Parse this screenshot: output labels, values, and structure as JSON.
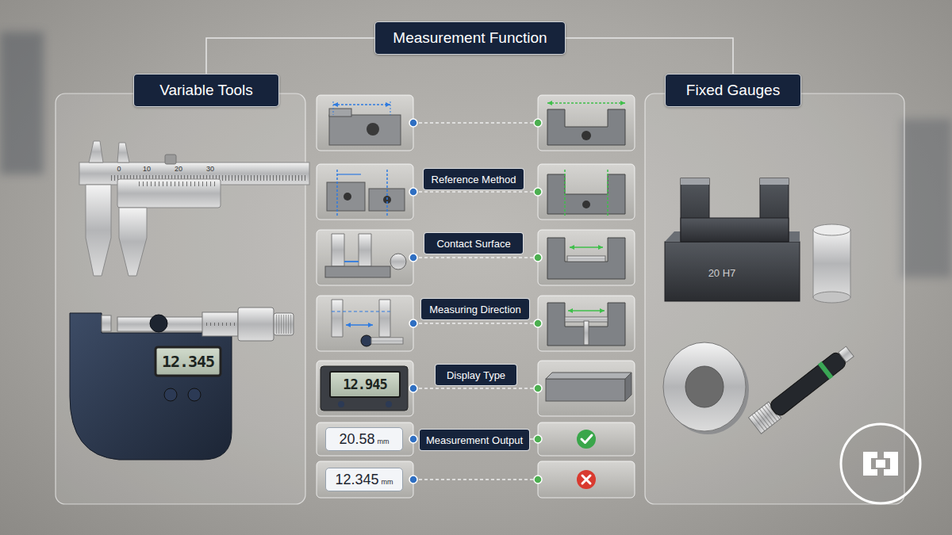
{
  "diagram": {
    "nodes": [
      {
        "text": [
          "Measurement Function"
        ]
      },
      {
        "text": [
          "Variable Tools"
        ]
      },
      {
        "text": [
          "Fixed Gauges"
        ]
      },
      {
        "text": [
          "Reference Method"
        ]
      },
      {
        "text": [
          "Contact Surface"
        ]
      },
      {
        "text": [
          "Measuring Direction"
        ]
      },
      {
        "text": [
          "Display Type"
        ]
      },
      {
        "text": [
          "20.58",
          "mm"
        ]
      },
      {
        "text": [
          "Measurement Output"
        ]
      },
      {
        "text": [
          "12.345",
          "mm"
        ]
      }
    ],
    "edges": [
      {
        "from": 0,
        "to": 1,
        "arrow": "none"
      },
      {
        "from": 0,
        "to": 2,
        "arrow": "none"
      }
    ],
    "labels": [
      "0",
      "10",
      "20",
      "30",
      "12.345",
      "12.945",
      "20 H7"
    ]
  }
}
